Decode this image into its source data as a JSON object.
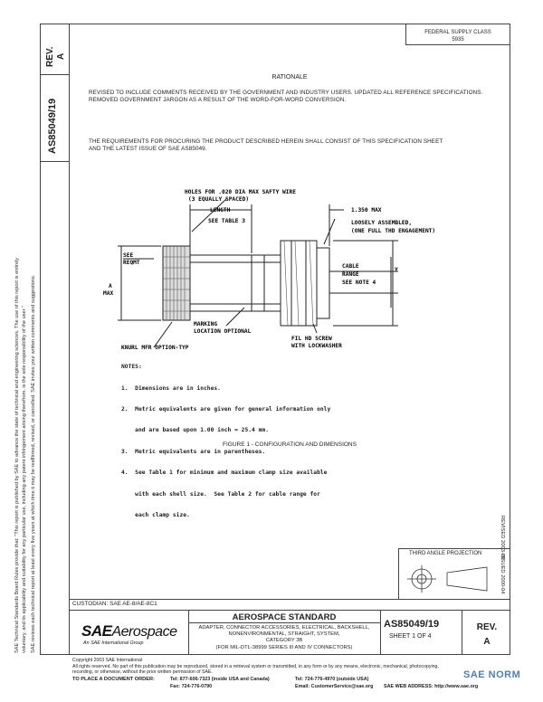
{
  "header": {
    "federal_line1": "FEDERAL SUPPLY CLASS",
    "federal_line2": "5935",
    "rev_label": "REV.",
    "rev_value": "A",
    "doc_number": "AS85049/19"
  },
  "rationale": {
    "title": "RATIONALE",
    "para1": "REVISED TO INCLUDE COMMENTS RECEIVED BY THE GOVERNMENT AND INDUSTRY USERS.  UPDATED ALL REFERENCE SPECIFICATIONS.  REMOVED GOVERNMENT JARGON AS A RESULT OF THE WORD-FOR-WORD CONVERSION.",
    "para2": "THE REQUIREMENTS FOR PROCURING THE PRODUCT DESCRIBED HEREIN SHALL CONSIST OF THIS SPECIFICATION SHEET AND THE LATEST ISSUE OF SAE AS85049."
  },
  "drawing": {
    "holes_line1": "HOLES FOR .020 DIA MAX SAFTY WIRE",
    "holes_line2": "(3 EQUALLY SPACED)",
    "length": "LENGTH",
    "see_table3": "SEE TABLE 3",
    "max_1350": "1.350 MAX",
    "loosely_line1": "LOOSELY ASSEMBLED,",
    "loosely_line2": "(ONE FULL THD ENGAGEMENT)",
    "see_reqmt_line1": "SEE",
    "see_reqmt_line2": "REQMT",
    "a_label": "A",
    "max_label": "MAX",
    "cable_line1": "CABLE",
    "cable_line2": "RANGE",
    "cable_line3": "SEE NOTE 4",
    "y_label": "Y",
    "marking_line1": "MARKING",
    "marking_line2": "LOCATION OPTIONAL",
    "knurl": "KNURL MFR OPTION-TYP",
    "fil_line1": "FIL HD SCREW",
    "fil_line2": "WITH LOCKWASHER"
  },
  "notes": {
    "title": "NOTES:",
    "items": [
      "1.  Dimensions are in inches.",
      "2.  Metric equivalents are given for general information only",
      "    and are based upon 1.00 inch = 25.4 mm.",
      "3.  Metric equivalents are in parentheses.",
      "4.  See Table 1 for minimum and maximum clamp size available",
      "    with each shell size.  See Table 2 for cable range for",
      "    each clamp size."
    ]
  },
  "figure_caption": "FIGURE 1 - CONFIGURATION AND DIMENSIONS",
  "right_margin": {
    "revised": "REVISED 2003-08",
    "issued": "ISSUED 2000-04"
  },
  "third_angle": "THIRD ANGLE PROJECTION",
  "left_margin": {
    "line1": "SAE Technical Standards Board Rules provide that: \"This report is published by SAE to advance the state of technical and engineering sciences. The use of this report is entirely",
    "line2": "voluntary, and its applicability and suitability for any particular use, including any patent infringement arising therefrom, is the sole responsibility of the user.\"",
    "line3": "SAE reviews each technical report at least every five years at which time it may be reaffirmed, revised, or cancelled. SAE invites your written comments and suggestions."
  },
  "footer": {
    "custodian": "CUSTODIAN: SAE AE-8/AE-8C1",
    "logo_sae": "SAE",
    "logo_aero": "Aerospace",
    "logo_sub": "An SAE International Group",
    "standard_title": "AEROSPACE STANDARD",
    "desc_line1": "ADAPTER, CONNECTOR ACCESSORIES, ELECTRICAL, BACKSHELL,",
    "desc_line2": "NONENVIRONMENTAL, STRAIGHT, SYSTEM,",
    "desc_line3": "CATEGORY 3B",
    "desc_line4": "(FOR MIL-DTL-38999 SERIES III AND IV CONNECTORS)",
    "doc_number": "AS85049/19",
    "sheet": "SHEET 1 OF 4",
    "rev_label": "REV.",
    "rev_value": "A",
    "copyright": "Copyright 2003 SAE International",
    "rights": "All rights reserved. No part of this publication may be reproduced, stored in a retrieval system or transmitted, in any form or by any means, electronic, mechanical, photocopying,",
    "rights2": "recording, or otherwise, without the prior written permission of SAE.",
    "order_label": "TO PLACE A DOCUMENT ORDER:",
    "tel1": "Tel: 877-606-7323 (inside USA and Canada)",
    "tel2": "Tel: 724-776-4970 (outside USA)",
    "fax": "Fax: 724-776-0790",
    "email": "Email: CustomerService@sae.org",
    "web": "SAE WEB ADDRESS: http://www.sae.org",
    "watermark": "SAE NORM"
  }
}
